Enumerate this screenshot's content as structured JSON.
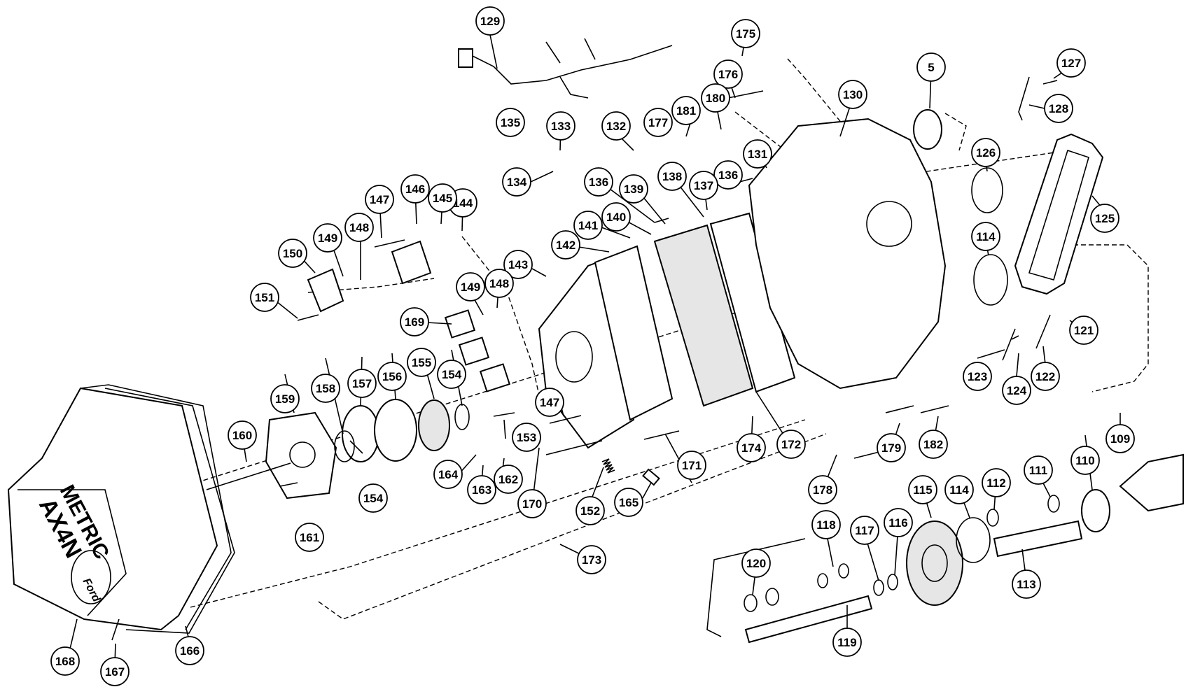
{
  "callouts": [
    "5",
    "109",
    "110",
    "111",
    "112",
    "113",
    "114",
    "114",
    "115",
    "116",
    "117",
    "118",
    "119",
    "120",
    "121",
    "122",
    "123",
    "124",
    "125",
    "126",
    "127",
    "128",
    "129",
    "130",
    "131",
    "132",
    "133",
    "134",
    "135",
    "136",
    "136",
    "137",
    "138",
    "139",
    "140",
    "141",
    "142",
    "143",
    "144",
    "145",
    "146",
    "147",
    "147",
    "148",
    "148",
    "149",
    "149",
    "150",
    "151",
    "152",
    "153",
    "154",
    "154",
    "155",
    "156",
    "157",
    "158",
    "159",
    "160",
    "161",
    "162",
    "163",
    "164",
    "165",
    "166",
    "167",
    "168",
    "169",
    "170",
    "171",
    "172",
    "173",
    "174",
    "175",
    "176",
    "177",
    "178",
    "179",
    "180",
    "181",
    "182"
  ],
  "cover_text": {
    "line1": "AX4N",
    "line2": "METRIC",
    "logo": "Ford"
  }
}
